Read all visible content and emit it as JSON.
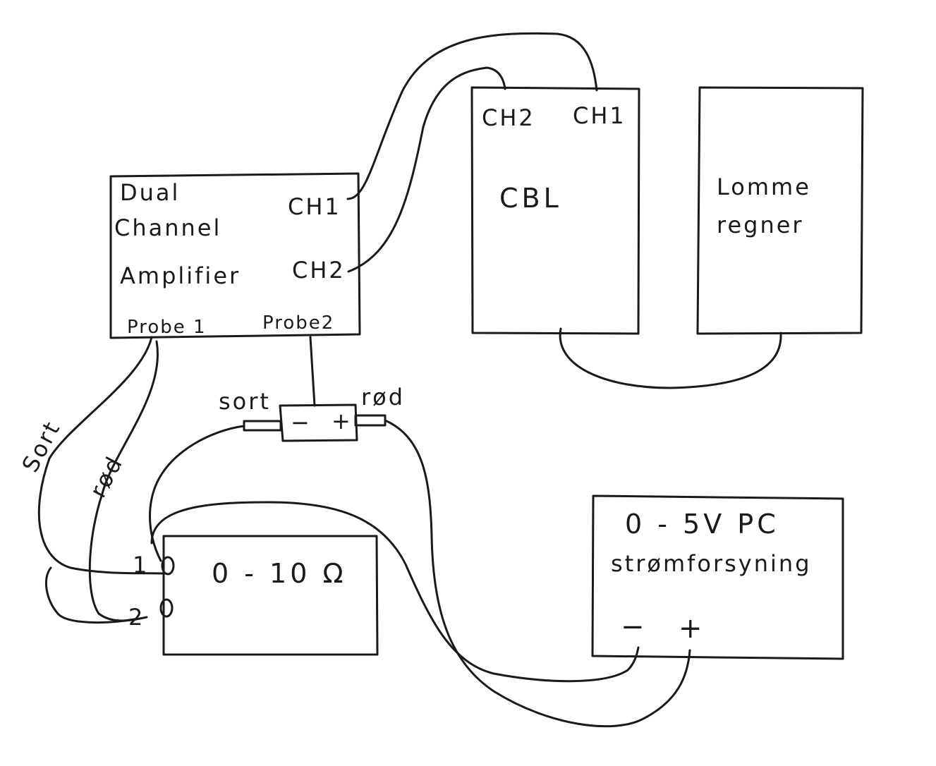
{
  "amplifier": {
    "line1": "Dual",
    "line2": "Channel",
    "line3": "Amplifier",
    "ch1": "CH1",
    "ch2": "CH2",
    "probe1": "Probe 1",
    "probe2": "Probe2"
  },
  "cbl": {
    "title": "CBL",
    "ch2": "CH2",
    "ch1": "CH1"
  },
  "calculator": {
    "line1": "Lomme",
    "line2": "regner"
  },
  "resistor": {
    "label": "0 - 10 Ω",
    "terminal1": "1",
    "terminal2": "2"
  },
  "power_supply": {
    "line1": "0 - 5V  PC",
    "line2": "strømforsyning",
    "minus": "−",
    "plus": "+"
  },
  "probe_connector": {
    "minus": "−",
    "plus": "+",
    "left_label": "sort",
    "right_label": "rød"
  },
  "probe1_wires": {
    "sort_label": "Sort",
    "rod_label": "rød"
  }
}
